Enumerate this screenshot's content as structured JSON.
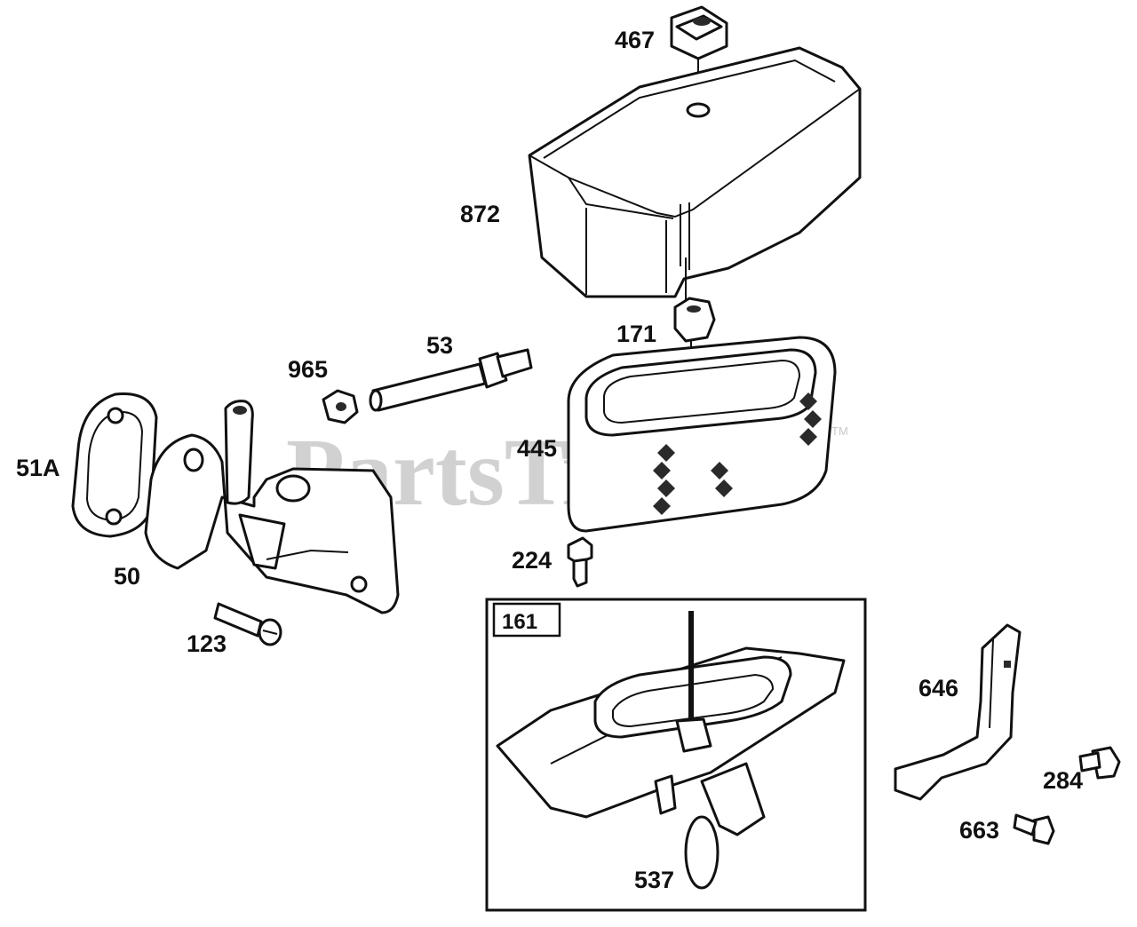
{
  "watermark": {
    "text": "PartsTree",
    "trademark": "TM"
  },
  "callouts": [
    {
      "id": "467",
      "text": "467",
      "part": "knob"
    },
    {
      "id": "872",
      "text": "872",
      "part": "air-cleaner-cover"
    },
    {
      "id": "171",
      "text": "171",
      "part": "cover-nut"
    },
    {
      "id": "53",
      "text": "53",
      "part": "breather-tube"
    },
    {
      "id": "965",
      "text": "965",
      "part": "hex-nut"
    },
    {
      "id": "445",
      "text": "445",
      "part": "air-filter-cartridge"
    },
    {
      "id": "51A",
      "text": "51A",
      "part": "intake-gasket"
    },
    {
      "id": "50",
      "text": "50",
      "part": "intake-elbow"
    },
    {
      "id": "224",
      "text": "224",
      "part": "bolt"
    },
    {
      "id": "123",
      "text": "123",
      "part": "screw"
    },
    {
      "id": "646",
      "text": "646",
      "part": "bracket"
    },
    {
      "id": "284",
      "text": "284",
      "part": "screw"
    },
    {
      "id": "663",
      "text": "663",
      "part": "screw"
    },
    {
      "id": "537",
      "text": "537",
      "part": "o-ring"
    }
  ],
  "assembly_box": {
    "label": "161"
  }
}
